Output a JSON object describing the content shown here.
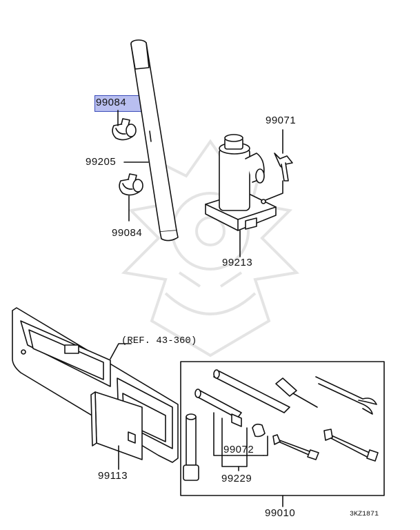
{
  "highlight_part": "99084",
  "labels": {
    "rod_clip_top": "99084",
    "rod": "99205",
    "rod_clip_bottom": "99084",
    "wing_bolt": "99071",
    "jack": "99213",
    "panel_ref": "(REF. 43-360)",
    "cover": "99113",
    "tool_kit": "99010",
    "adapter": "99072",
    "extension": "99229",
    "diagram_code": "3KZ1871"
  },
  "colors": {
    "highlight_fill": "#b9bff0",
    "highlight_border": "#3a4bb8",
    "line": "#111111"
  },
  "watermark_icon": "samurai-helmet-watermark"
}
